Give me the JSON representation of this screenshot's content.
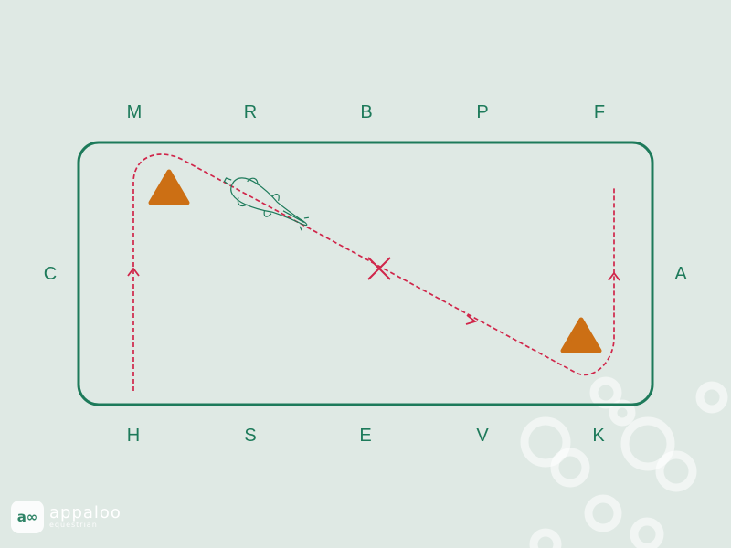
{
  "arena": {
    "letters_top": [
      "M",
      "R",
      "B",
      "P",
      "F"
    ],
    "letters_bottom": [
      "H",
      "S",
      "E",
      "V",
      "K"
    ],
    "letter_left": "C",
    "letter_right": "A"
  },
  "colors": {
    "background": "#dfe9e4",
    "arena_border": "#1d7a5a",
    "path": "#d0264a",
    "cone": "#cc6f14",
    "watermark": "#ffffff"
  },
  "icons": [
    "horse-icon",
    "cone-icon",
    "cross-marker-icon",
    "direction-arrow-icon",
    "logo-icon"
  ],
  "logo": {
    "badge": "a∞",
    "name": "appaloo",
    "tagline": "equestrian"
  }
}
